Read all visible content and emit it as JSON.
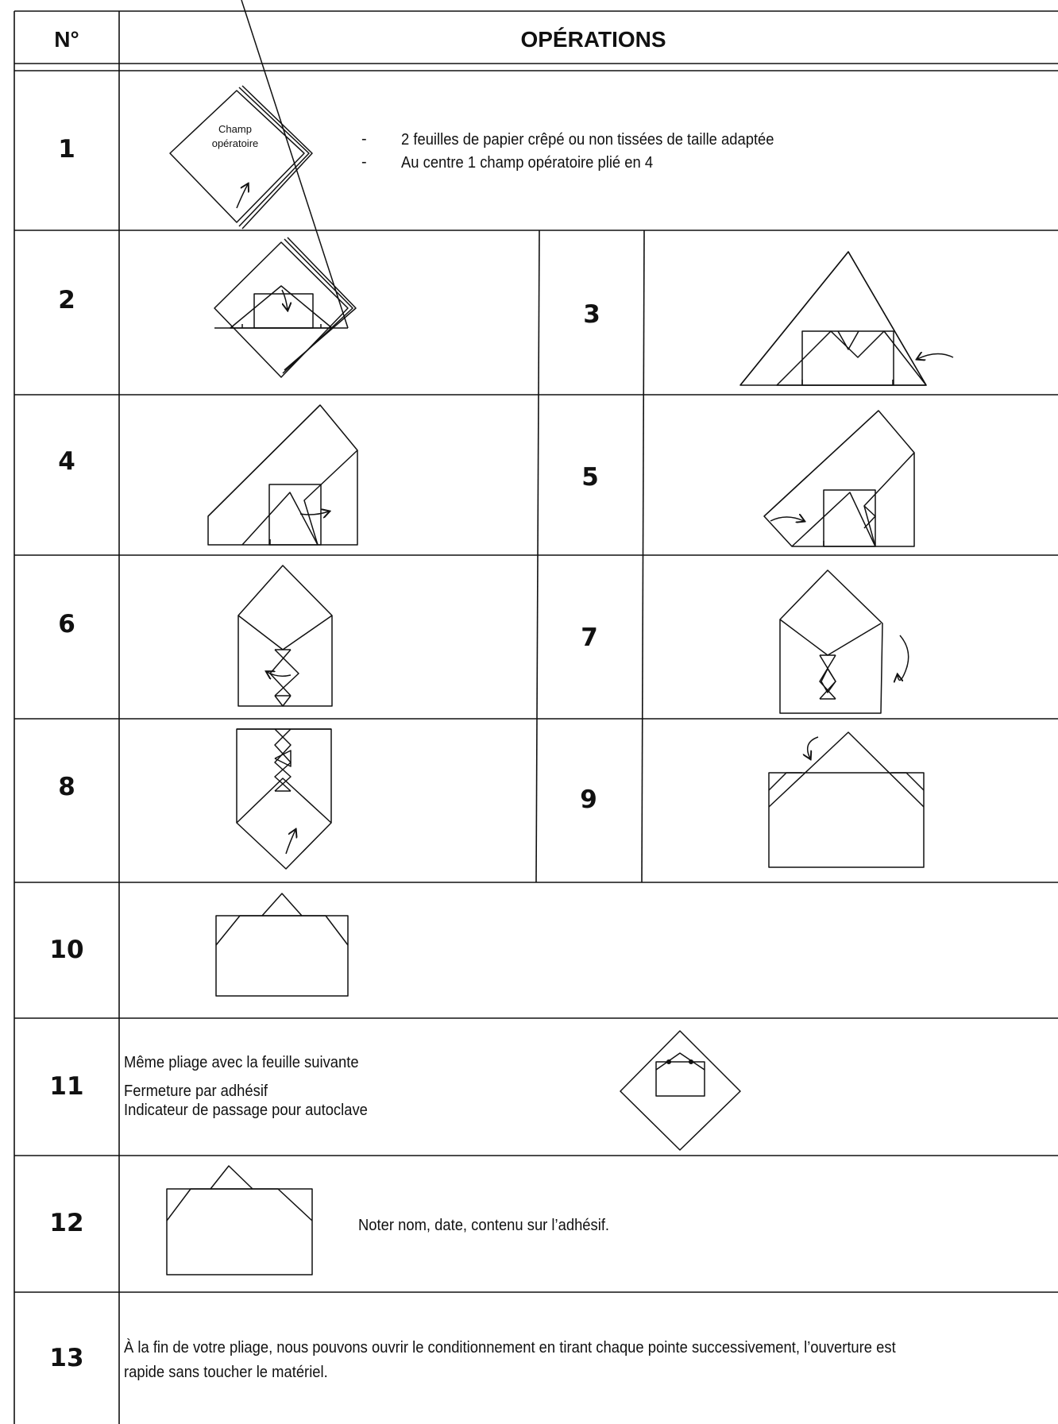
{
  "header": {
    "col_num": "N°",
    "col_ops": "OPÉRATIONS"
  },
  "rows": [
    {
      "num": "1",
      "lines": [
        "2 feuilles de papier crêpé ou non tissées de taille adaptée",
        "Au centre 1 champ opératoire plié en 4"
      ],
      "diagram_label": [
        "Champ",
        "opératoire"
      ]
    },
    {
      "num": "2"
    },
    {
      "num": "3"
    },
    {
      "num": "4"
    },
    {
      "num": "5"
    },
    {
      "num": "6"
    },
    {
      "num": "7"
    },
    {
      "num": "8"
    },
    {
      "num": "9"
    },
    {
      "num": "10"
    },
    {
      "num": "11",
      "lines": [
        "Même pliage avec la feuille suivante",
        "Fermeture par adhésif",
        "Indicateur de passage pour autoclave"
      ]
    },
    {
      "num": "12",
      "lines": [
        "Noter nom, date, contenu sur l’adhésif."
      ]
    },
    {
      "num": "13",
      "lines": [
        "À la fin de votre pliage, nous pouvons ouvrir le conditionnement en tirant chaque pointe successivement, l’ouverture est",
        "rapide sans toucher le matériel."
      ]
    }
  ],
  "bullet_char": "-"
}
